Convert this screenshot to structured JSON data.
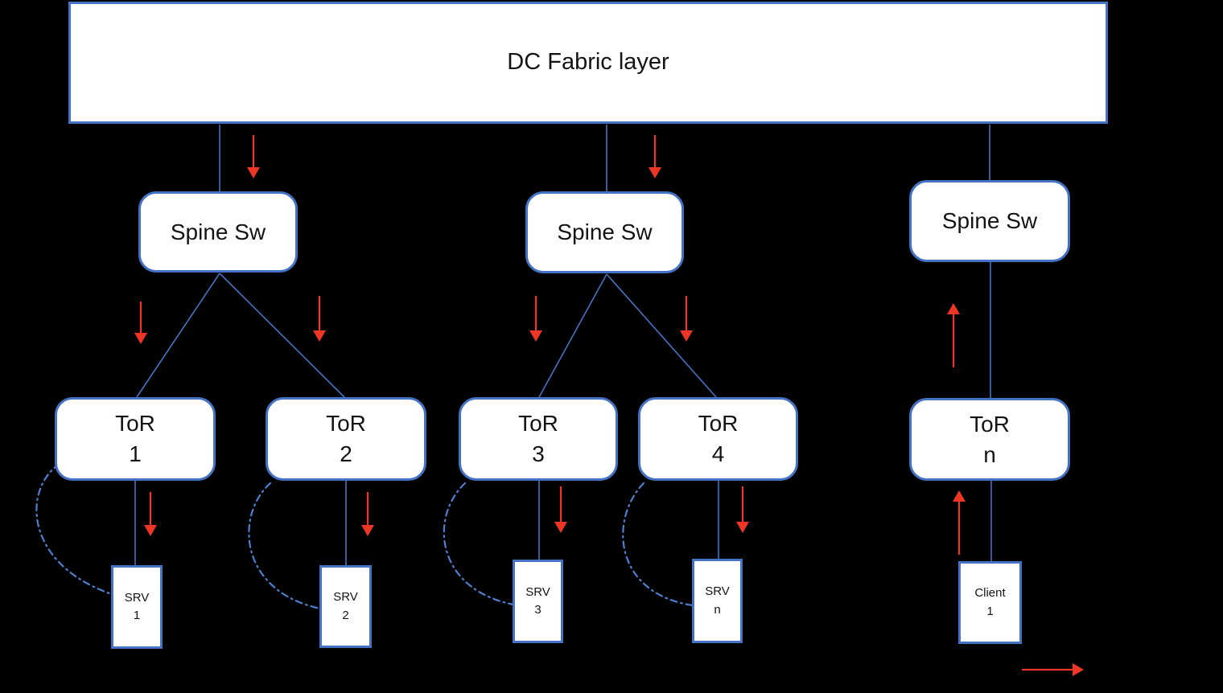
{
  "colors": {
    "accent_blue": "#4472C4",
    "curve_blue": "#4F7FD0",
    "arrow_red": "#EE3626",
    "box_fill": "#FFFFFF",
    "background": "#000000",
    "text": "#141414"
  },
  "fabric": {
    "label": "DC Fabric layer"
  },
  "spines": [
    {
      "label": "Spine Sw"
    },
    {
      "label": "Spine Sw"
    },
    {
      "label": "Spine Sw"
    }
  ],
  "tors": [
    {
      "name": "ToR",
      "id": "1"
    },
    {
      "name": "ToR",
      "id": "2"
    },
    {
      "name": "ToR",
      "id": "3"
    },
    {
      "name": "ToR",
      "id": "4"
    },
    {
      "name": "ToR",
      "id": "n"
    }
  ],
  "servers": [
    {
      "name": "SRV",
      "id": "1"
    },
    {
      "name": "SRV",
      "id": "2"
    },
    {
      "name": "SRV",
      "id": "3"
    },
    {
      "name": "SRV",
      "id": "n"
    }
  ],
  "client": {
    "name": "Client",
    "id": "1"
  }
}
